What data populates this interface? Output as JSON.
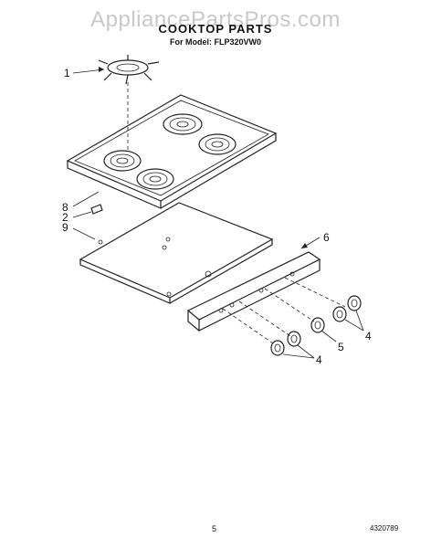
{
  "watermark": "AppliancePartsPros.com",
  "header": {
    "title": "COOKTOP PARTS",
    "subtitle": "For Model: FLP320VW0"
  },
  "callouts": {
    "c1": "1",
    "c8": "8",
    "c2": "2",
    "c9": "9",
    "c6": "6",
    "c4a": "4",
    "c5": "5",
    "c4b": "4"
  },
  "footer": {
    "page_number": "5",
    "doc_number": "4320789"
  }
}
